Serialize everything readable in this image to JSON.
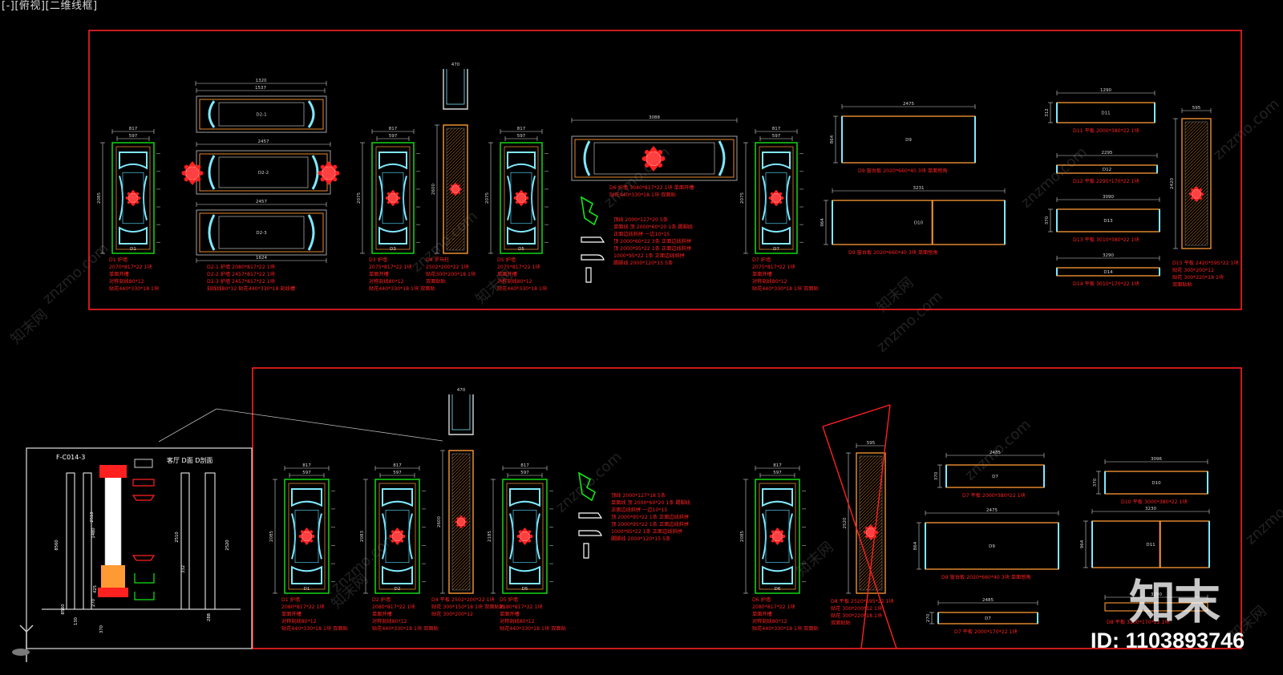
{
  "viewport": {
    "label": "[-][俯视][二维线框]"
  },
  "watermark": {
    "logo": "知末",
    "id_text": "ID: 1103893746",
    "diagonal": "znzmo.com",
    "diagonal_cn": "知末网"
  },
  "colors": {
    "red": "#ff2020",
    "green": "#14e614",
    "cyan": "#7fe9ff",
    "orange": "#ff9933",
    "white": "#d8d8d8",
    "yellow": "#e8e860"
  },
  "detail": {
    "code": "F-C014-3",
    "title": "客厅 D面 D剖面"
  },
  "top_panels": {
    "d1": {
      "label": "D1",
      "dims": [
        "817",
        "597",
        "2085"
      ],
      "notes": [
        "D1 护墙",
        "2070*817*22 1块",
        "单面开槽",
        "对称刻线80*12",
        "贴花440*330*18 1块"
      ]
    },
    "d2": {
      "labels": [
        "D2-1",
        "D2-2",
        "D2-3"
      ],
      "dims": [
        "1320",
        "2457",
        "2457",
        "1537",
        "1624"
      ],
      "notes": [
        "D2-1 护墙 2080*817*22 1块",
        "D2-2 护墙 2457*817*22 1块",
        "D2-3 护墙 2457*817*22 1块",
        "刻线线80*12 贴花440*330*18 刻线槽"
      ]
    },
    "d3": {
      "label": "D3",
      "dims": [
        "817",
        "597",
        "2075"
      ],
      "notes": [
        "D3 护墙",
        "2075*817*22 1块",
        "单面开槽",
        "对称刻线80*12",
        "贴花440*330*18 1块 双面贴"
      ]
    },
    "d4": {
      "label": "D4",
      "dims": [
        "470",
        "2600"
      ],
      "notes": [
        "D4 罗马柱",
        "2502*200*22 1块",
        "贴花300*200*18 1块",
        "双面贴贴"
      ]
    },
    "d5": {
      "label": "D5",
      "dims": [
        "817",
        "597",
        "2075"
      ],
      "notes": [
        "D5 护墙",
        "2075*817*22 1块",
        "单面开槽",
        "对称刻线80*12",
        "贴花440*330*18 1块"
      ]
    },
    "d6": {
      "label": "D6",
      "dims": [
        "3088",
        "2475"
      ],
      "notes": [
        "D6 护墙 3040*817*22 1块 单面开槽",
        "贴花440*330*18 1块 双面贴"
      ]
    },
    "mouldings": {
      "notes": [
        "顶线 2000*127*20 5条",
        "单面线 顶 2000*60*20 1条 踢脚线",
        "正面边线斜拼 一边10*15",
        "顶 2000*60*22 3条 正面边线斜拼",
        "顶 2000*95*22 1条 正面边线斜拼",
        "1000*95*22 1条 正面边线斜拼",
        "踢脚线 2000*120*15 5条"
      ]
    },
    "d7": {
      "label": "D7",
      "dims": [
        "817",
        "597",
        "2075"
      ],
      "notes": [
        "D7 护墙",
        "2075*817*22 1块",
        "单面开槽",
        "对称刻线80*12",
        "贴花440*330*18 1块 双面贴"
      ]
    },
    "d9": {
      "label": "D9",
      "dims": [
        "2475",
        "864"
      ],
      "note": "D9 窗台板 2020*660*40 3块 单面刨角"
    },
    "d10": {
      "label": "D10",
      "dims": [
        "3231",
        "964"
      ],
      "note": "D9 窗台板 2020*660*40 3块 单面刨角"
    },
    "d11": {
      "label": "D11",
      "dims": [
        "1290",
        "312"
      ],
      "note": "D11 平板 2000*380*22 1块"
    },
    "d12": {
      "label": "D12",
      "dims": [
        "2295"
      ],
      "note": "D12 平板 2295*170*22 1块"
    },
    "d13": {
      "label": "D13",
      "dims": [
        "3090",
        "370"
      ],
      "note": "D13 平板 3010*380*22 1块"
    },
    "d14": {
      "label": "D14",
      "dims": [
        "3290"
      ],
      "note": "D14 平板 3010*170*22 1块"
    },
    "d15": {
      "label": "D15",
      "dims": [
        "595",
        "2420"
      ],
      "notes": [
        "D15 平板 2420*595*22 1块",
        "贴花 300*200*12",
        "贴花 300*220*18 1块",
        "双面贴贴"
      ]
    }
  },
  "bottom_panels": {
    "d1": {
      "label": "D1",
      "dims": [
        "817",
        "597",
        "2085"
      ],
      "notes": [
        "D1 护墙",
        "2080*817*22 1块",
        "单面开槽",
        "对称刻线80*12",
        "贴花440*330*18 1块 双面贴"
      ]
    },
    "d2": {
      "label": "D2",
      "dims": [
        "817",
        "597",
        "2083"
      ],
      "notes": [
        "D2 护墙",
        "2080*817*22 1块",
        "单面开槽",
        "对称刻线80*12",
        "贴花440*330*18 1块 双面贴"
      ]
    },
    "d4": {
      "label": "D4",
      "dims": [
        "470",
        "2600"
      ],
      "notes": [
        "D4 平板 2502*200*22 1块",
        "贴花 300*150*18 1块 双面贴贴",
        "贴花 300*200*12"
      ]
    },
    "d5": {
      "label": "D5",
      "dims": [
        "817",
        "597",
        "2185"
      ],
      "notes": [
        "D5 护墙",
        "2180*817*22 1块",
        "单面开槽",
        "对称刻线80*12",
        "贴花440*330*18 1块 双面贴"
      ]
    },
    "mouldings": {
      "notes": [
        "顶线 2000*127*18 5条",
        "单面线 顶 2000*60*20 1条 踢脚线",
        "正面边线斜拼 一边10*15",
        "顶 2000*95*22 1条 正面边线斜拼",
        "顶 2000*95*22 1条 正面边线斜拼",
        "1000*95*22 1条 正面边线斜拼",
        "踢脚线 2000*120*15 5条"
      ]
    },
    "d6": {
      "label": "D6",
      "dims": [
        "817",
        "597",
        "2085"
      ],
      "notes": [
        "D6 护墙",
        "2080*817*22 1块",
        "单面开槽",
        "对称刻线80*12",
        "贴花440*330*18 1块 双面贴"
      ]
    },
    "d8": {
      "label": "D8",
      "dims": [
        "595",
        "2520"
      ],
      "notes": [
        "D8 平板 2520*595*22 1块",
        "贴花 300*200*12 1块",
        "贴花 300*220*18 1块",
        "双面贴贴"
      ]
    },
    "d7": {
      "label": "D7",
      "dims": [
        "2485",
        "370"
      ],
      "note": "D7 平板 2000*380*22 1块"
    },
    "d9": {
      "label": "D9",
      "dims": [
        "2475",
        "864"
      ],
      "note": "D9 窗台板 2020*660*40 3块 单面刨角"
    },
    "d10": {
      "label": "D10",
      "dims": [
        "3096",
        "370"
      ],
      "note": "D10 平板 3000*380*22 1块"
    },
    "d11": {
      "label": "D11",
      "dims": [
        "3230",
        "964"
      ]
    },
    "d12": {
      "label": "D7",
      "dims": [
        "2485",
        "270"
      ],
      "note": "D7 平板 2000*170*22 1块"
    },
    "d13": {
      "dims": [
        "3290"
      ],
      "note": "D8 平板 3100*170*22 1块"
    }
  },
  "detail_dims": [
    "2510",
    "8560",
    "1480",
    "2510",
    "2520",
    "8560",
    "332",
    "425",
    "270",
    "130",
    "370",
    "288"
  ]
}
